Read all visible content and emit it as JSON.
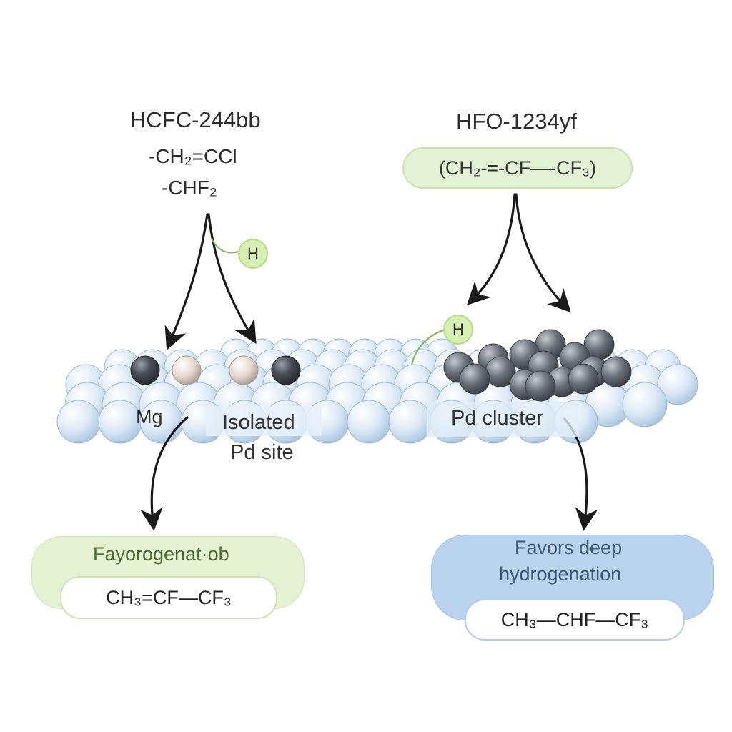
{
  "left": {
    "reactant_name": "HCFC-244bb",
    "formula_line1": "-CH₂=CCl",
    "formula_line2": "-CHF₂",
    "h_label": "H"
  },
  "right": {
    "product_name": "HFO-1234yf",
    "formula": "(CH₂-=-CF—-CF₃)",
    "h_label": "H"
  },
  "surface": {
    "mg_label": "Mg",
    "isolated_line1": "Isolated",
    "isolated_line2": "Pd site",
    "cluster_label": "Pd cluster"
  },
  "results": {
    "left_title": "Fayorogenat·ob",
    "left_formula": "CH₃=CF—CF₃",
    "right_title_line1": "Favors deep",
    "right_title_line2": "hydrogenation",
    "right_formula": "CH₃—CHF—CF₃"
  },
  "colors": {
    "support_sphere": "#d8e7f5",
    "mg_atom": "#4a4e57",
    "pd_isolated_atom": "#e6d9d0",
    "pd_cluster_atom": "#6b7079",
    "green_pill": "#e3f1d4",
    "blue_pill": "#b9d2ee",
    "arrow": "#1a1a1a",
    "h_line": "#7fb35a"
  }
}
